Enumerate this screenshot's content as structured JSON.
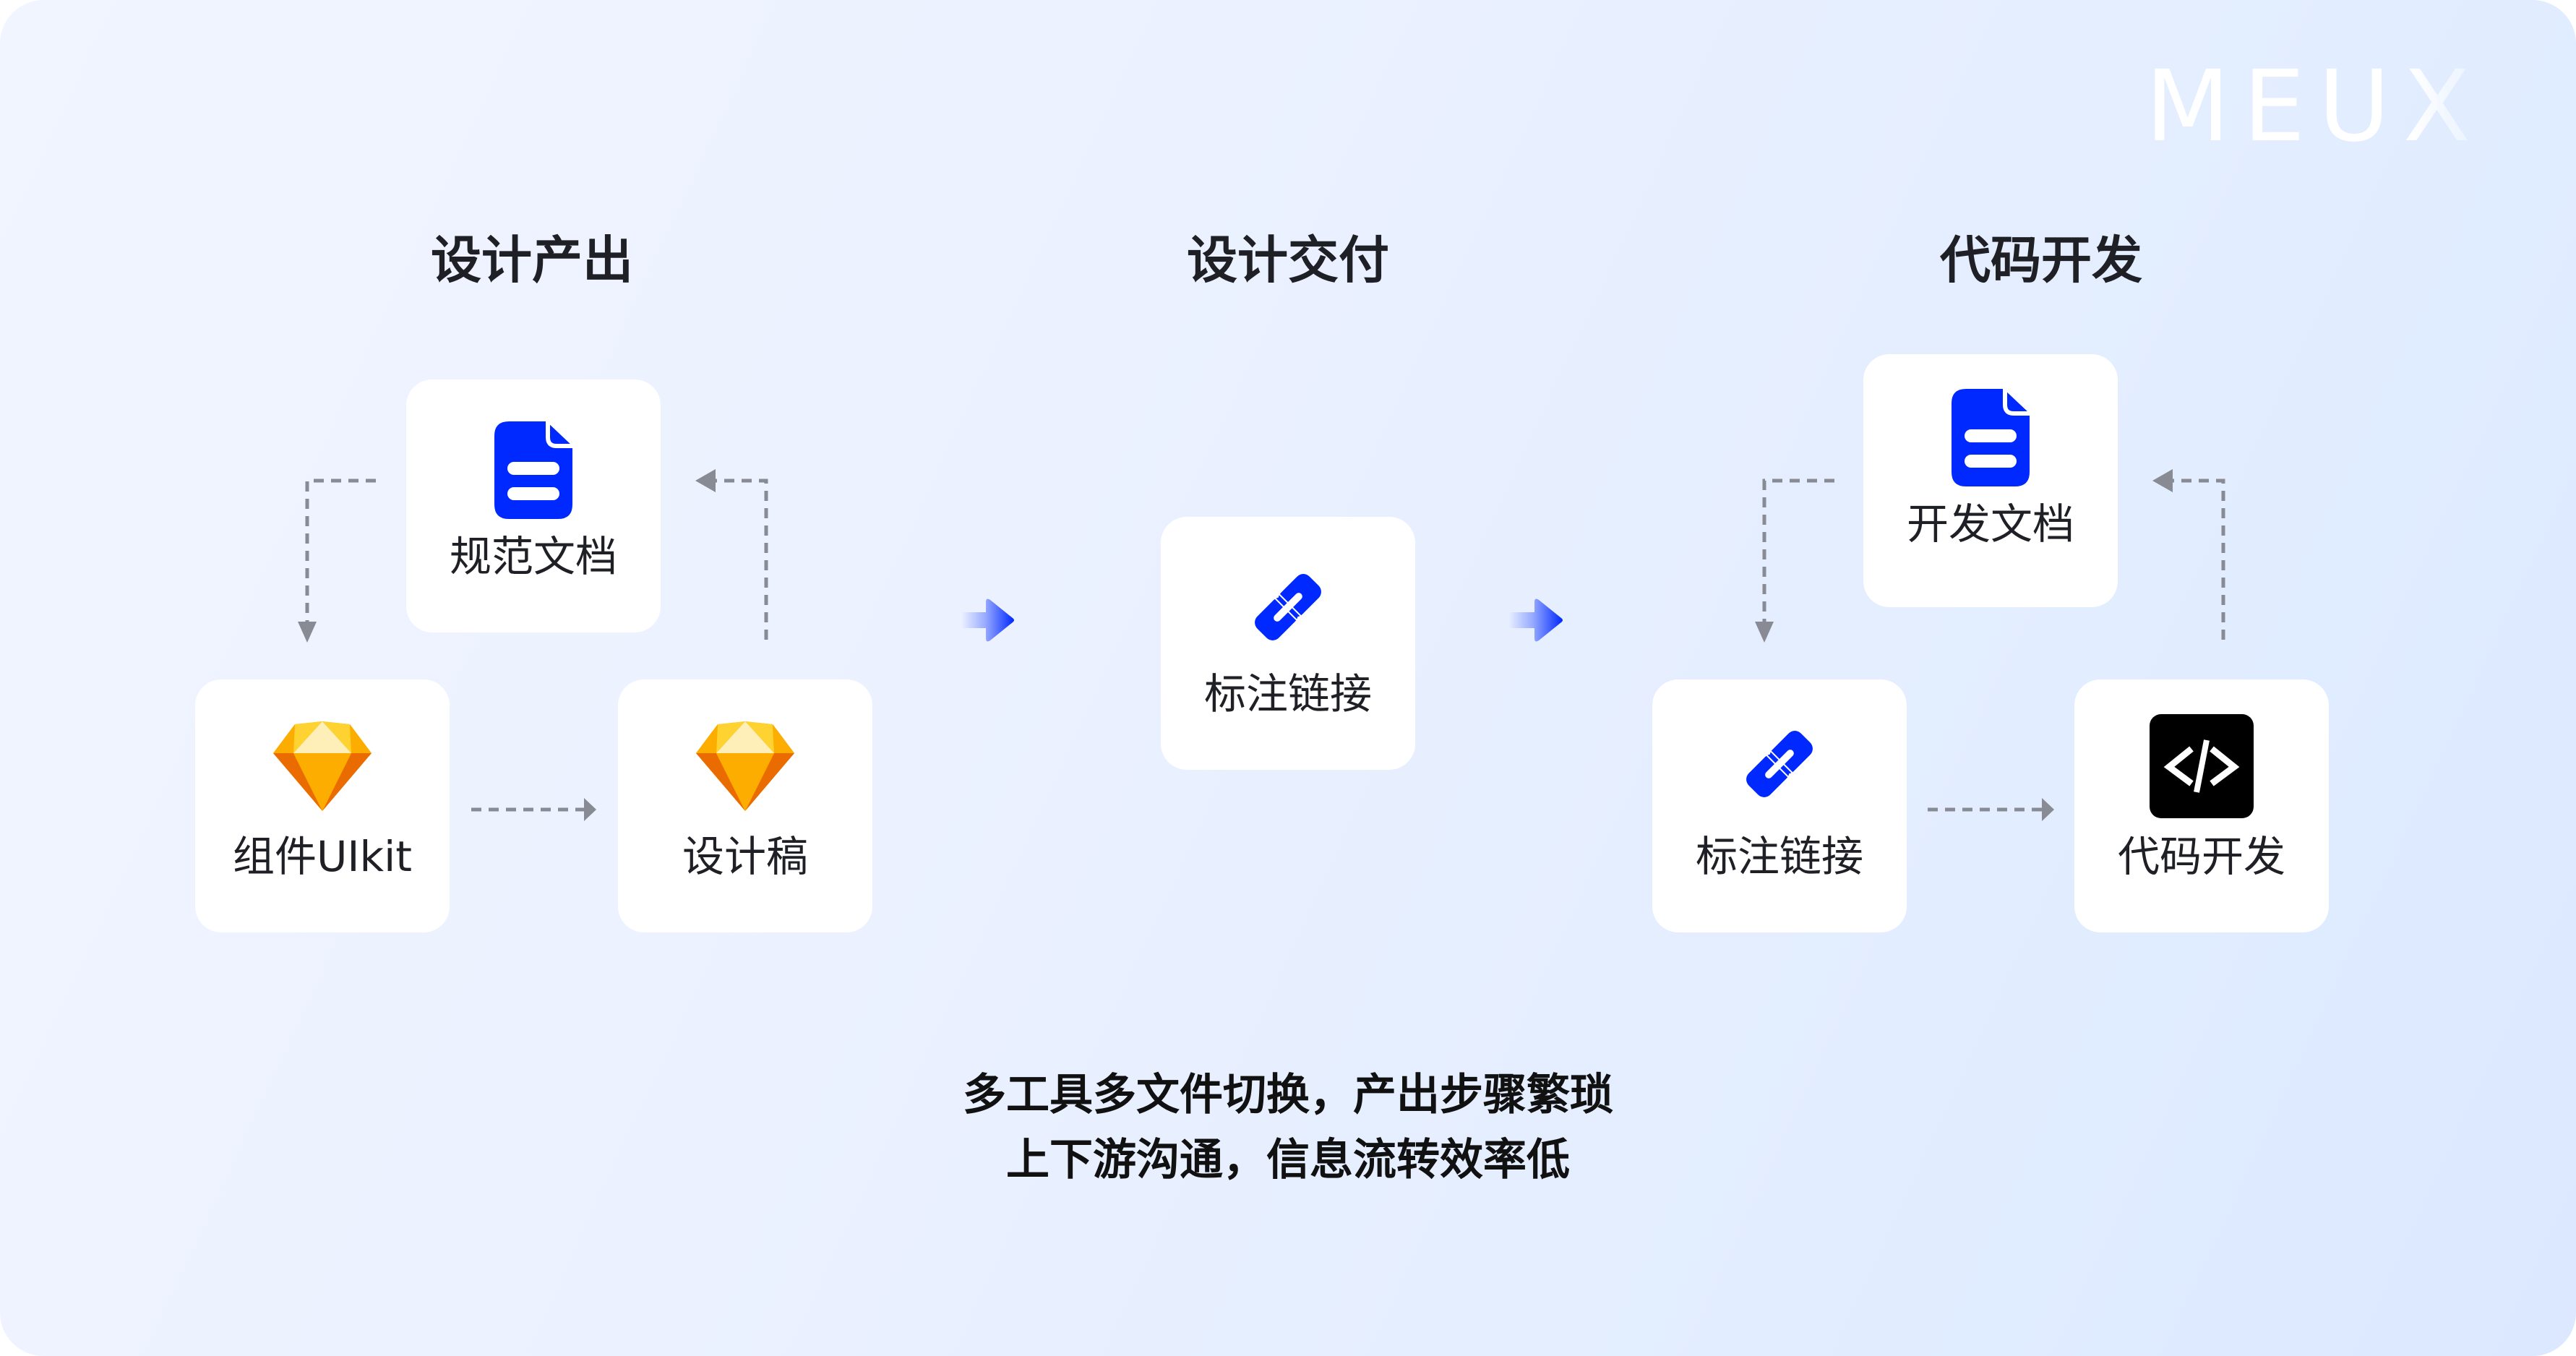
{
  "brand": {
    "logo_text": "MEUX"
  },
  "colors": {
    "accent_blue": "#0029FF",
    "connector_gray": "#888A94",
    "text_dark": "#1F2026",
    "card_bg": "#FFFFFF",
    "code_bg": "#000000"
  },
  "stages": [
    {
      "title": "设计产出"
    },
    {
      "title": "设计交付"
    },
    {
      "title": "代码开发"
    }
  ],
  "design_output": {
    "spec_doc": {
      "label": "规范文档",
      "icon": "document-icon"
    },
    "component_kit": {
      "label": "组件UIkit",
      "icon": "sketch-gem-icon"
    },
    "design_draft": {
      "label": "设计稿",
      "icon": "sketch-gem-icon"
    }
  },
  "design_delivery": {
    "annotation_link": {
      "label": "标注链接",
      "icon": "link-icon"
    }
  },
  "code_dev": {
    "dev_doc": {
      "label": "开发文档",
      "icon": "document-icon"
    },
    "annotation_link": {
      "label": "标注链接",
      "icon": "link-icon"
    },
    "code_dev": {
      "label": "代码开发",
      "icon": "code-icon"
    }
  },
  "summary": {
    "line1": "多工具多文件切换，产出步骤繁琐",
    "line2": "上下游沟通，信息流转效率低"
  }
}
